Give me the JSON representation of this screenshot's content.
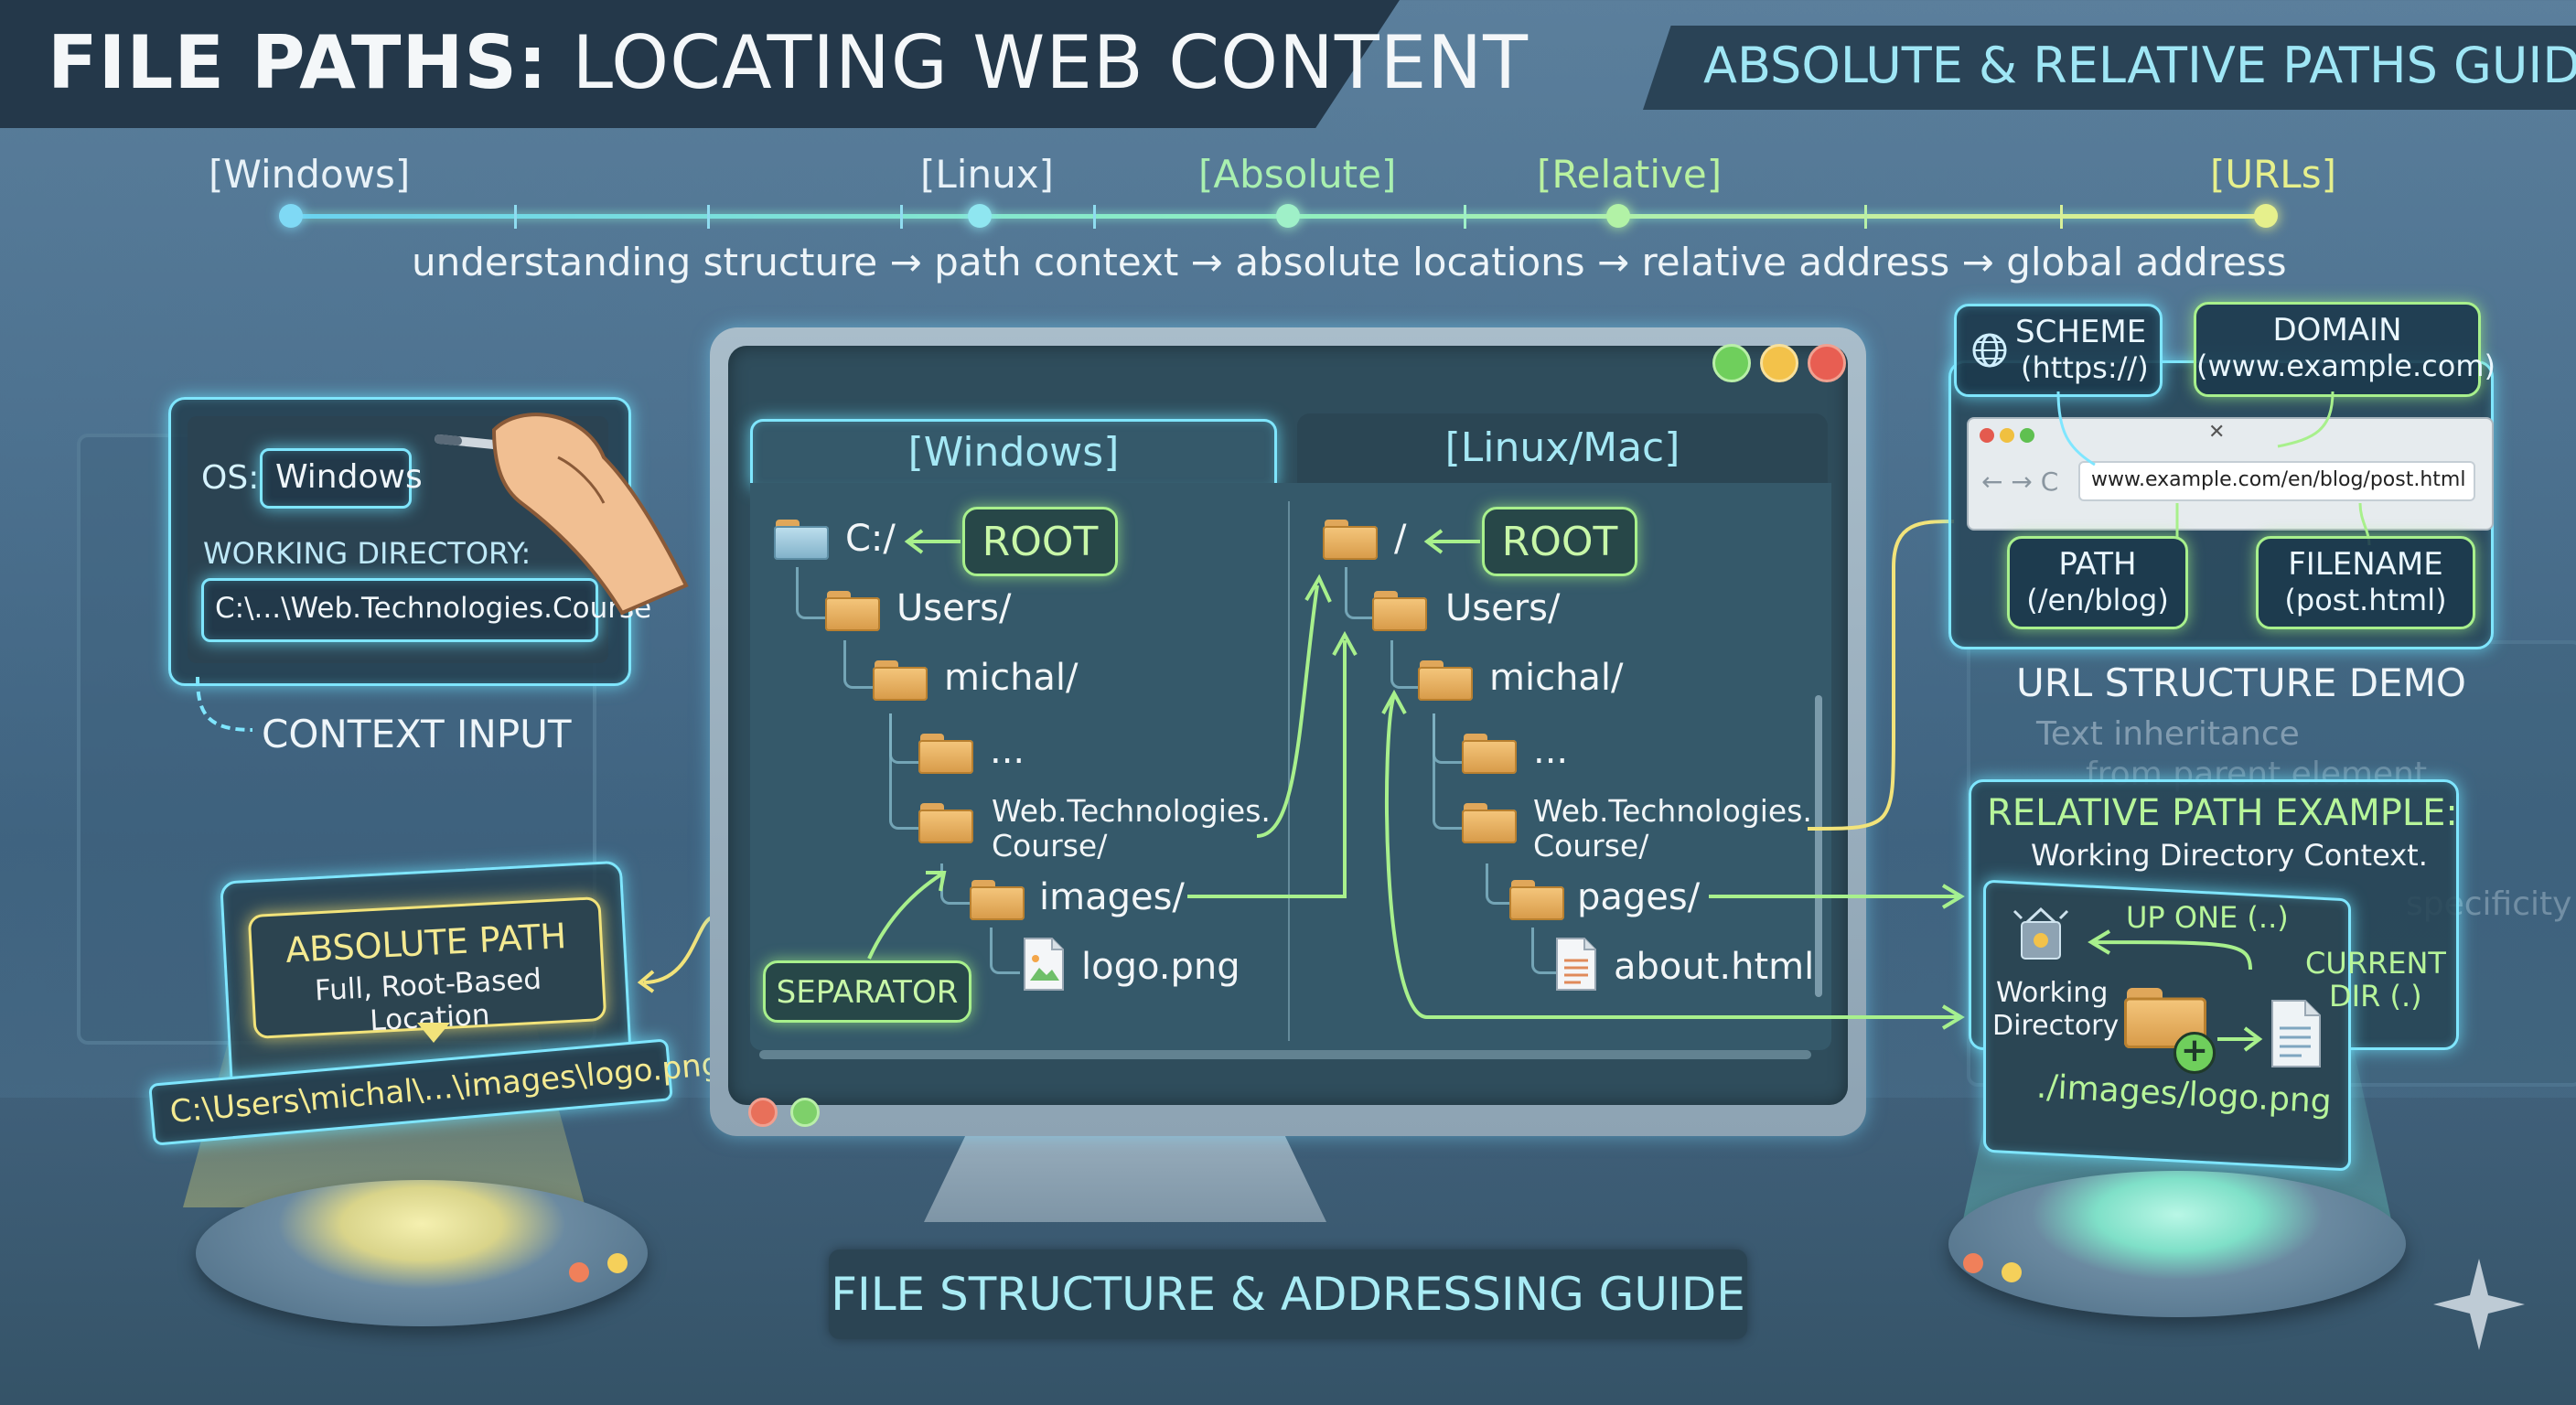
{
  "header": {
    "title_bold": "FILE PATHS:",
    "title_rest": "LOCATING WEB CONTENT",
    "subtitle": "ABSOLUTE & RELATIVE PATHS GUIDE"
  },
  "timeline": {
    "markers": [
      "[Windows]",
      "[Linux]",
      "[Absolute]",
      "[Relative]",
      "[URLs]"
    ],
    "caption": "understanding structure → path context → absolute locations → relative address → global address"
  },
  "context_panel": {
    "os_label": "OS:",
    "os_value": "Windows",
    "wd_label": "WORKING DIRECTORY:",
    "wd_value": "C:\\...\\Web.Technologies.Course",
    "caption": "CONTEXT INPUT"
  },
  "absolute_panel": {
    "title": "ABSOLUTE PATH",
    "subtitle": "Full, Root-Based Location",
    "path": "C:\\Users\\michal\\...\\images\\logo.png"
  },
  "monitor": {
    "tab_windows": "[Windows]",
    "tab_linux": "[Linux/Mac]",
    "windows_tree": {
      "root": "C:/",
      "root_badge": "ROOT",
      "users": "Users/",
      "michal": "michal/",
      "dots": "...",
      "course_line1": "Web.Technologies.",
      "course_line2": "Course/",
      "images": "images/",
      "file": "logo.png",
      "separator_badge": "SEPARATOR"
    },
    "linux_tree": {
      "root": "/",
      "root_badge": "ROOT",
      "users": "Users/",
      "michal": "michal/",
      "dots": "...",
      "course_line1": "Web.Technologies.",
      "course_line2": "Course/",
      "pages": "pages/",
      "file": "about.html"
    },
    "footer_label": "FILE STRUCTURE & ADDRESSING GUIDE"
  },
  "url_demo": {
    "scheme_label": "SCHEME",
    "scheme_value": "(https://)",
    "domain_label": "DOMAIN",
    "domain_value": "(www.example.com)",
    "address": "www.example.com/en/blog/post.html",
    "path_label": "PATH",
    "path_value": "(/en/blog)",
    "filename_label": "FILENAME",
    "filename_value": "(post.html)",
    "caption": "URL STRUCTURE DEMO",
    "faded_text_1": "Text inheritance",
    "faded_text_2": "from parent element",
    "faded_text_3": "specificity rule"
  },
  "relative_panel": {
    "title": "RELATIVE PATH EXAMPLE:",
    "subtitle": "Working Directory Context.",
    "up_one": "UP ONE (..)",
    "current_dir_line1": "CURRENT",
    "current_dir_line2": "DIR (.)",
    "wd_line1": "Working",
    "wd_line2": "Directory",
    "path": "./images/logo.png"
  },
  "colors": {
    "accent_cyan": "#7fe6ff",
    "accent_green": "#a8f08c",
    "accent_yellow": "#f2e37a",
    "folder": "#f5c77d"
  }
}
